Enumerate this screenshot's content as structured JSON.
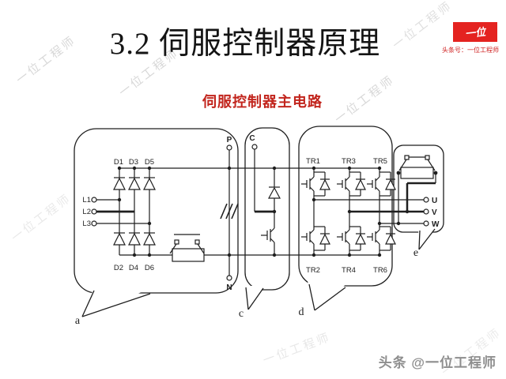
{
  "header": {
    "title": "3.2 伺服控制器原理",
    "logo": {
      "text": "一位",
      "caption": "头条号：一位工程师",
      "bg": "#e42320"
    }
  },
  "subtitle": "伺服控制器主电路",
  "watermark": "一位工程师",
  "attribution": "头条 @一位工程师",
  "circuit": {
    "input_terminals": [
      "L1",
      "L2",
      "L3"
    ],
    "bus_terminals": {
      "p": "P",
      "n": "N",
      "c": "C"
    },
    "rectifier_diodes_top": [
      "D1",
      "D3",
      "D5"
    ],
    "rectifier_diodes_bottom": [
      "D2",
      "D4",
      "D6"
    ],
    "inverter_transistors_top": [
      "TR1",
      "TR3",
      "TR5"
    ],
    "inverter_transistors_bottom": [
      "TR2",
      "TR4",
      "TR6"
    ],
    "output_terminals": [
      "U",
      "V",
      "W"
    ],
    "callout_labels": [
      "a",
      "c",
      "d",
      "e"
    ]
  },
  "colors": {
    "accent_red": "#c2251d",
    "logo_red": "#e42320",
    "line": "#1f1f1f",
    "watermark_gray": "#d8d8d8",
    "attribution_gray": "#8e8e8e"
  }
}
